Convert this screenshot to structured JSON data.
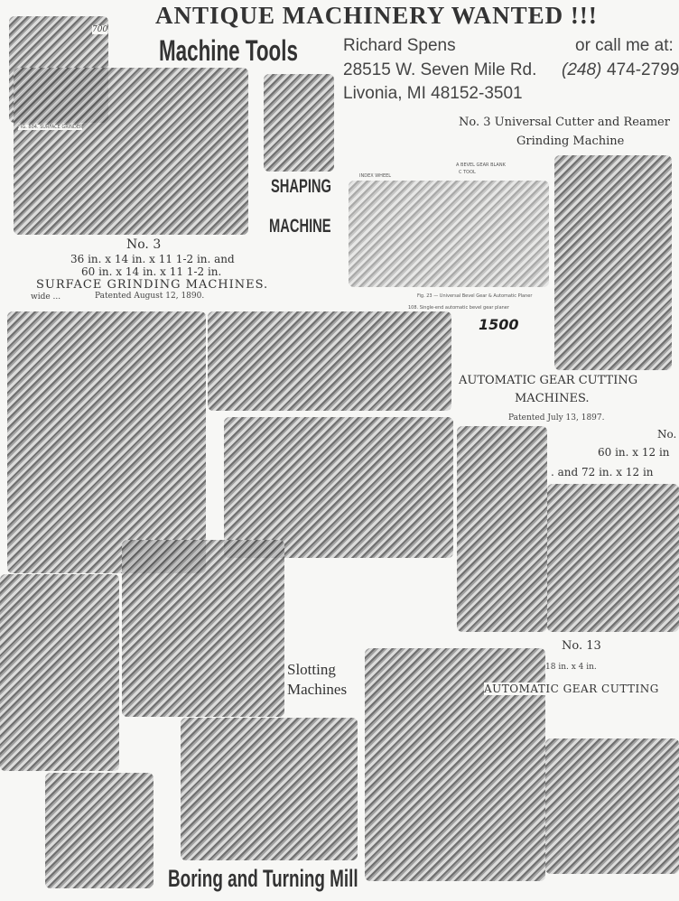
{
  "header": {
    "title": "ANTIQUE MACHINERY WANTED !!!",
    "subtitle": "Machine Tools",
    "contact_name": "Richard Spens",
    "address_street": "28515 W. Seven Mile Rd.",
    "address_city": "Livonia, MI 48152-3501",
    "call_label": "or call me at:",
    "phone_area": "(248)",
    "phone_number": "474-2799"
  },
  "surface_grinder": {
    "fig_number": "700",
    "fig_caption": "FIG. 804. SURFACE GRINDER",
    "model": "No. 3",
    "size_line1": "36 in. x 14 in. x 11 1-2 in. and",
    "size_line2": "60 in. x 14 in. x 11 1-2 in.",
    "name": "SURFACE GRINDING MACHINES.",
    "wide": "wide ...",
    "patent": "Patented August 12, 1890."
  },
  "shaping": {
    "line1": "SHAPING",
    "line2": "MACHINE"
  },
  "cutter_grinder": {
    "line1": "No. 3 Universal Cutter and Reamer",
    "line2": "Grinding Machine"
  },
  "bevel_planer": {
    "label_index": "INDEX WHEEL",
    "label_blank": "A BEVEL GEAR BLANK",
    "label_tool": "C TOOL",
    "caption1": "Fig. 23 — Universal Bevel Gear & Automatic Planer",
    "caption2": "108. Single-end automatic bevel gear planer",
    "price": "1500"
  },
  "gear_cutting_1": {
    "line1": "AUTOMATIC GEAR CUTTING",
    "line2": "MACHINES.",
    "patent": "Patented July 13, 1897.",
    "model": "No.",
    "size1": "60 in. x 12 in",
    "size2": ". and 72 in. x 12 in"
  },
  "gear_cutting_2": {
    "model": "No. 13",
    "size": "18 in. x 4 in.",
    "name": "AUTOMATIC GEAR CUTTING"
  },
  "slotting": {
    "line1": "Slotting",
    "line2": "Machines"
  },
  "boring": {
    "label": "Boring and Turning Mill"
  }
}
